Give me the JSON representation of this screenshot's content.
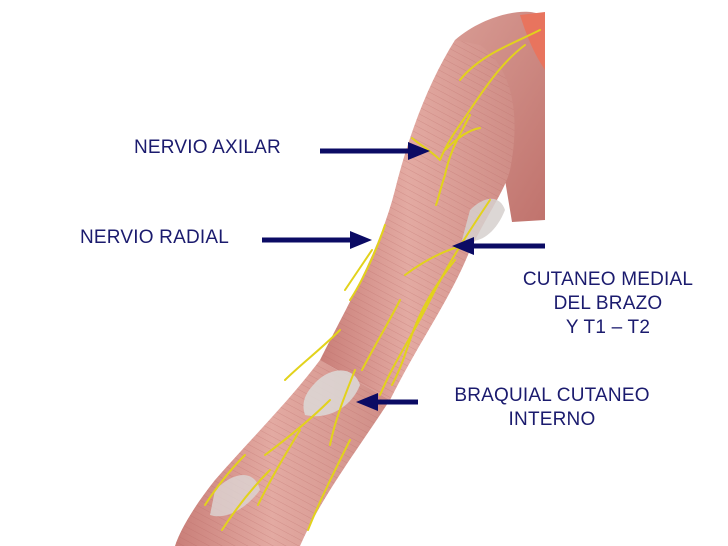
{
  "labels": {
    "axilar": "NERVIO AXILAR",
    "radial": "NERVIO RADIAL",
    "medial": {
      "line1": "CUTANEO MEDIAL",
      "line2": "DEL BRAZO",
      "line3": "Y T1 – T2"
    },
    "braquial": {
      "line1": "BRAQUIAL CUTANEO",
      "line2": "INTERNO"
    }
  },
  "colors": {
    "label_text": "#1b1b6e",
    "arrow": "#0b0b64",
    "muscle": "#d99a93",
    "muscle_dark": "#b86b66",
    "nerve": "#e2d21c",
    "tendon": "#d8d4d2"
  }
}
